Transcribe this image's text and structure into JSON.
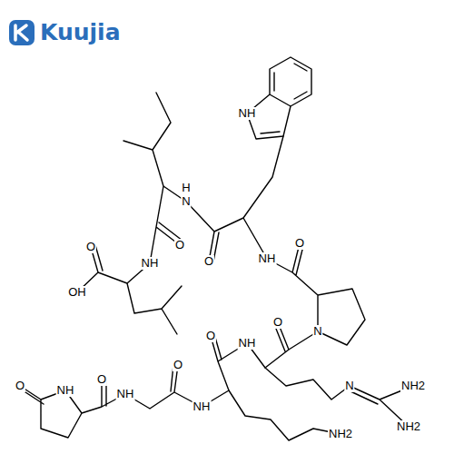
{
  "diagram": {
    "labels": [
      "Kuujia",
      "NH",
      "H",
      "N",
      "O",
      "NH",
      "O",
      "N",
      "O",
      "NH",
      "O",
      "OH",
      "O",
      "NH",
      "O",
      "NH",
      "N",
      "NH2",
      "NH2",
      "O",
      "NH",
      "O",
      "NH",
      "O",
      "NH2"
    ]
  }
}
